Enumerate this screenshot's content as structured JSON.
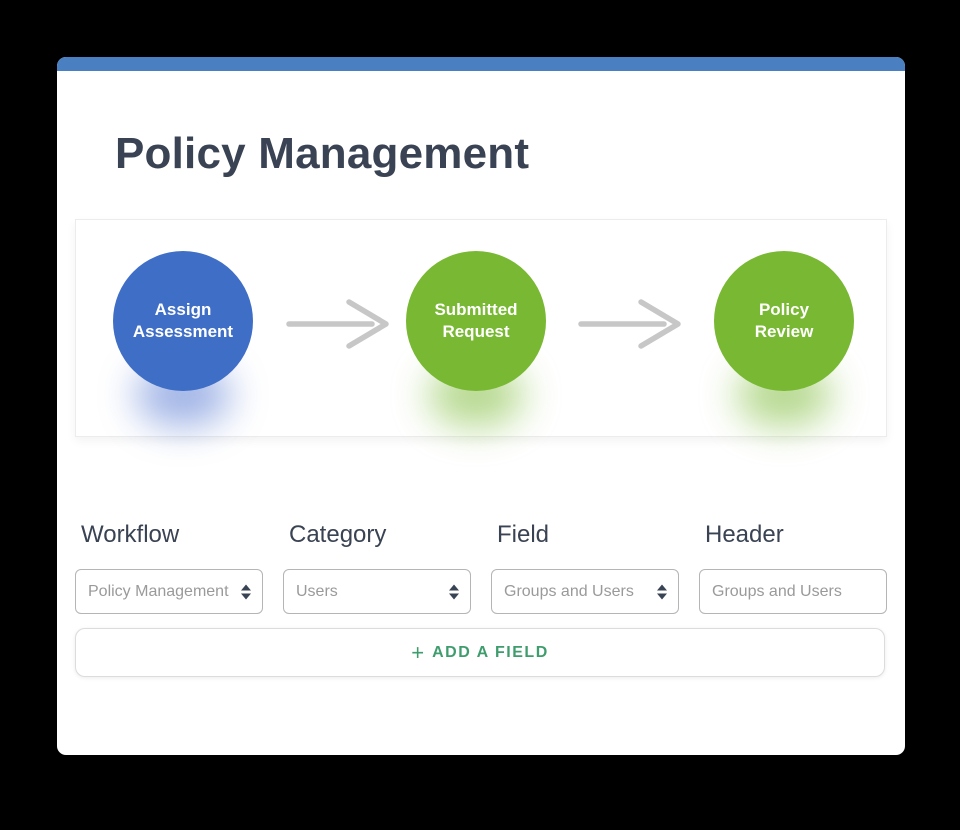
{
  "card": {
    "title": "Policy Management"
  },
  "colors": {
    "background": "#000000",
    "card": "#ffffff",
    "topbar_blue": "#4a7fc2",
    "node_blue": "#3f6ec6",
    "node_blue_glow": "#5276d1",
    "node_green": "#79b832",
    "node_green_glow": "#7ab933",
    "arrow_gray": "#c7c7c7",
    "text_dark": "#3a4353",
    "add_field_green": "#3f9d6d"
  },
  "diagram": {
    "nodes": [
      {
        "line1": "Assign",
        "line2": "Assessment",
        "color": "#3f6ec6",
        "glow": "#5276d1"
      },
      {
        "line1": "Submitted",
        "line2": "Request",
        "color": "#79b832",
        "glow": "#7ab933"
      },
      {
        "line1": "Policy",
        "line2": "Review",
        "color": "#79b832",
        "glow": "#7ab933"
      }
    ]
  },
  "form": {
    "fields": [
      {
        "label": "Workflow",
        "value": "Policy Management"
      },
      {
        "label": "Category",
        "value": "Users"
      },
      {
        "label": "Field",
        "value": "Groups and Users"
      },
      {
        "label": "Header",
        "placeholder": "Groups and Users"
      }
    ],
    "add_field": {
      "plus": "+",
      "label": "ADD A FIELD"
    }
  }
}
